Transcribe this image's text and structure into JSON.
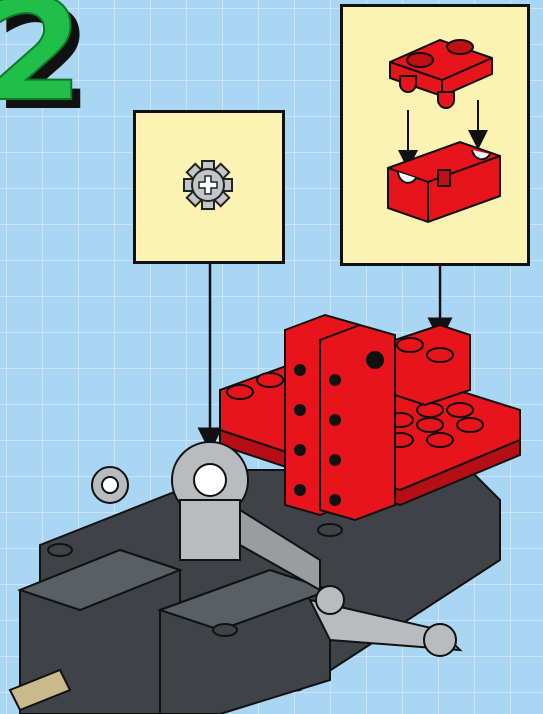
{
  "step": {
    "number": "2"
  },
  "callouts": [
    {
      "name": "gear-callout",
      "part": "gray-8-tooth-gear-icon"
    },
    {
      "name": "bracket-callout",
      "parts": [
        "red-1x2-plate-icon",
        "red-bracket-icon"
      ]
    }
  ],
  "colors": {
    "background": "#a9d6f2",
    "grid": "#c8e6f8",
    "callout_fill": "#fbf2b4",
    "step_number": "#1fbf4a",
    "red_brick": "#e8141c",
    "dark_gray_brick": "#3f4347",
    "light_gray_part": "#b9bcbf",
    "tan_axle": "#c9b98b"
  },
  "assembly": {
    "icon": "lego-chassis-assembly-icon"
  }
}
